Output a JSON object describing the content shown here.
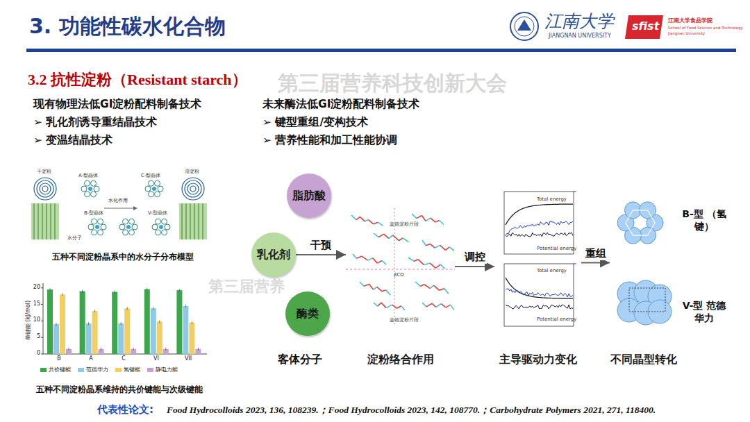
{
  "diagram": {
    "title": "3. 功能性碳水化合物",
    "nodes": [
      {
        "text": [
          "脂肪酸"
        ]
      },
      {
        "text": [
          "乳化剂"
        ]
      },
      {
        "text": [
          "酶类"
        ]
      },
      {
        "text": [
          "淀粉络合作用"
        ]
      },
      {
        "text": [
          "主导驱动力变化"
        ]
      },
      {
        "text": [
          "不同晶型转化"
        ]
      }
    ],
    "edges": [
      {
        "from": 1,
        "to": 3,
        "label": "干预",
        "arrow": "to"
      },
      {
        "from": 3,
        "to": 4,
        "label": "调控",
        "arrow": "to"
      },
      {
        "from": 4,
        "to": 5,
        "label": "重组",
        "arrow": "to"
      }
    ],
    "labels": [
      "3.2 抗性淀粉（Resistant starch）",
      "现有物理法低GI淀粉配料制备技术",
      "➢ 乳化剂诱导重结晶技术",
      "➢ 变温结晶技术",
      "未来酶法低GI淀粉配料制备技术",
      "➢ 键型重组/变构技术",
      "➢ 营养性能和加工性能协调",
      "五种不同淀粉晶系中的水分子分布模型",
      "五种不同淀粉晶系维持的共价键能与次级键能",
      "客体分子",
      "B-型 （氢键）",
      "V-型 范德华力",
      "代表性论文:",
      "Food Hydrocolloids 2023, 136, 108239.；Food Hydrocolloids 2023, 142, 108770.；Carbohydrate Polymers 2021, 271, 118400.",
      "江南大学",
      "JIANGNAN UNIVERSITY",
      "sfist",
      "江南大学食品学院",
      "School of Food Science and Technology",
      "Jiangnan University",
      "第三届营养科技创新大会",
      "第三届营养",
      "0",
      "5",
      "10",
      "15",
      "20",
      "B",
      "A",
      "C",
      "VI",
      "VII",
      "单键能 (kJ/mol)",
      "干淀粉",
      "湿淀粉",
      "A-型晶体",
      "B-型晶体",
      "C-型晶体",
      "V-型晶体",
      "水化作用",
      "水分子",
      "直链淀粉片段",
      "βCD",
      "直链淀粉片段",
      "Total energy",
      "Potential energy",
      "Total energy",
      "Potential energy"
    ],
    "legend": [
      {
        "text": "共价键能",
        "color": "#3aa84a"
      },
      {
        "text": "范德华力",
        "color": "#8ecae6"
      },
      {
        "text": "氢键能",
        "color": "#f2cf63"
      },
      {
        "text": "静电力能",
        "color": "#c9a0d8"
      }
    ]
  }
}
